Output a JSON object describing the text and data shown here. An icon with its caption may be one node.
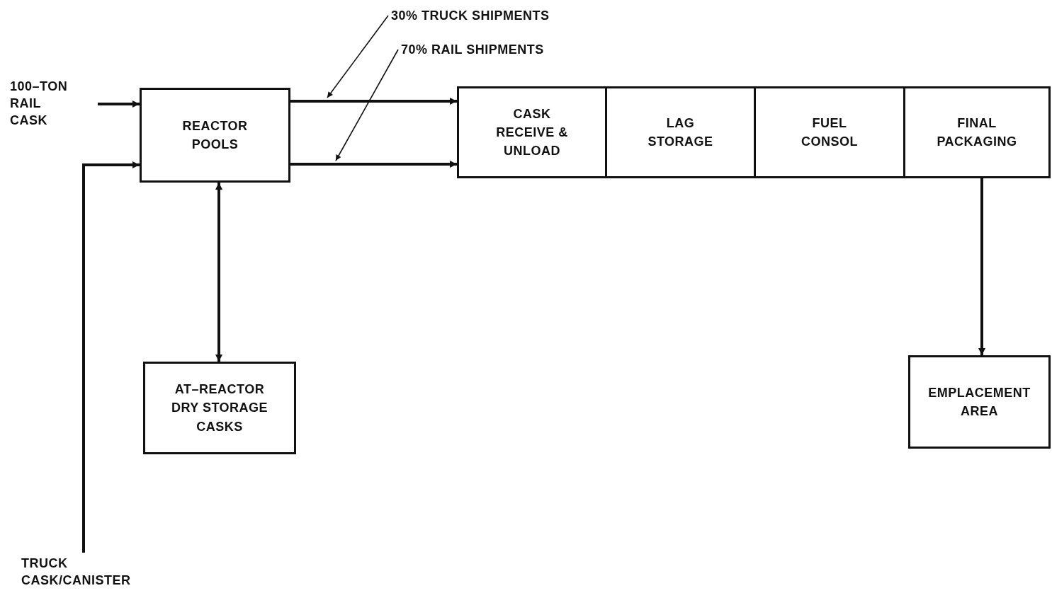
{
  "diagram": {
    "nodes": [
      {
        "text": [
          "100–TON RAIL CASK"
        ]
      },
      {
        "text": [
          "REACTOR POOLS"
        ]
      },
      {
        "text": [
          "30% TRUCK SHIPMENTS"
        ]
      },
      {
        "text": [
          "70% RAIL SHIPMENTS"
        ]
      },
      {
        "text": [
          "CASK RECEIVE & UNLOAD"
        ]
      },
      {
        "text": [
          "LAG STORAGE"
        ]
      },
      {
        "text": [
          "FUEL CONSOL"
        ]
      },
      {
        "text": [
          "FINAL PACKAGING"
        ]
      },
      {
        "text": [
          "AT–REACTOR DRY STORAGE CASKS"
        ]
      },
      {
        "text": [
          "EMPLACEMENT AREA"
        ]
      },
      {
        "text": [
          "TRUCK CASK/CANISTER"
        ]
      }
    ],
    "edges": [
      {
        "from": 0,
        "to": 1,
        "arrow": "to"
      },
      {
        "from": 10,
        "to": 1,
        "arrow": "to"
      },
      {
        "from": 1,
        "to": 4,
        "arrow": "to"
      },
      {
        "from": 1,
        "to": 4,
        "arrow": "to"
      },
      {
        "from": 2,
        "to": null,
        "arrow": "to"
      },
      {
        "from": 3,
        "to": null,
        "arrow": "to"
      },
      {
        "from": 1,
        "to": 8,
        "arrow": "both"
      },
      {
        "from": 7,
        "to": 9,
        "arrow": "to"
      }
    ]
  }
}
